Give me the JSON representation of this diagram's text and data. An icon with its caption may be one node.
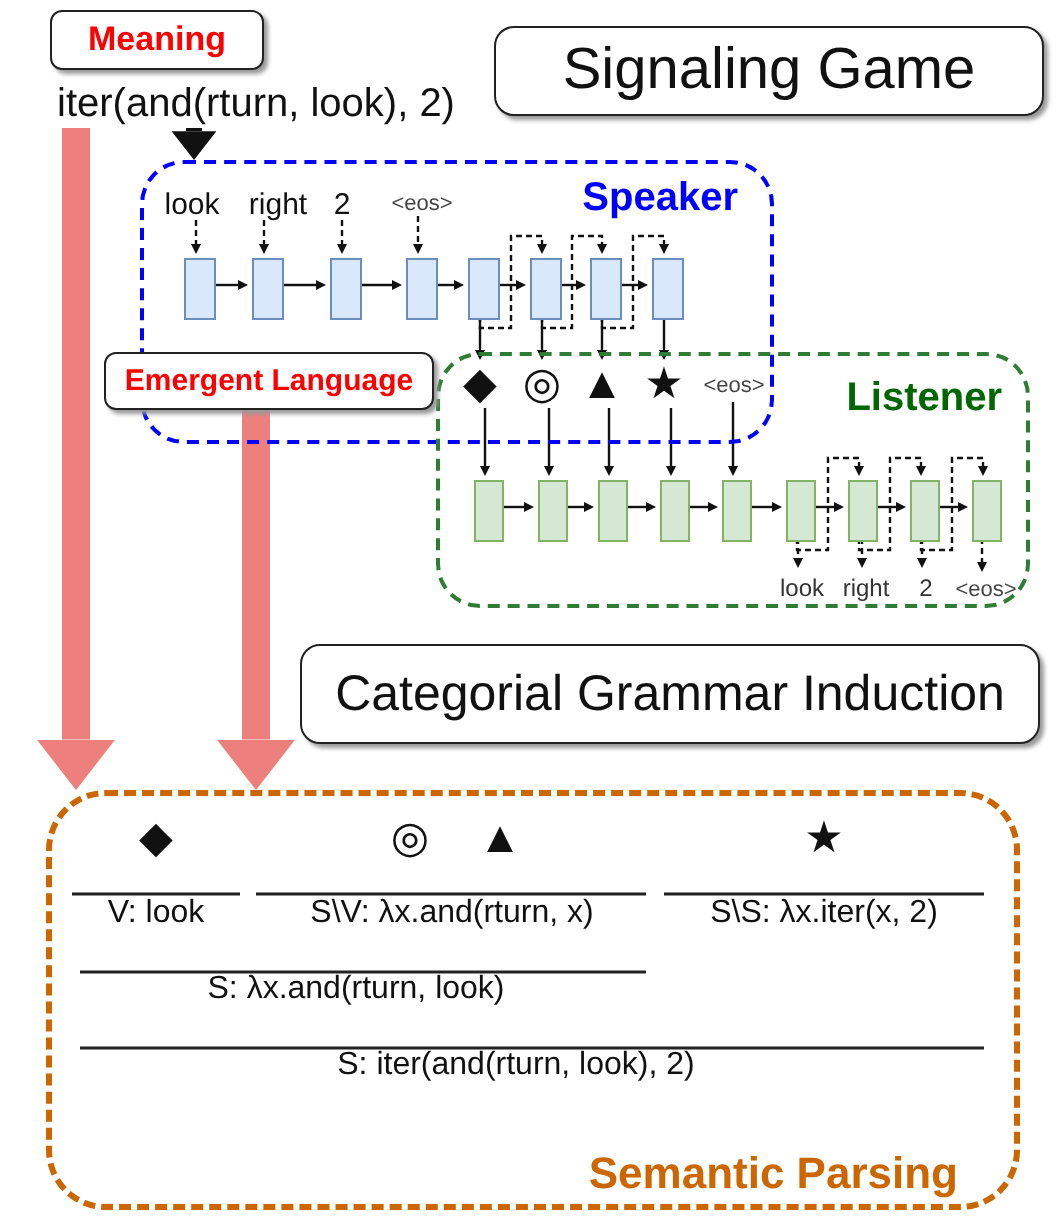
{
  "diagram": {
    "nodes": [
      {
        "text": [
          "Meaning"
        ]
      },
      {
        "text": [
          "iter(and(rturn, look), 2)"
        ]
      },
      {
        "text": [
          "Signaling Game"
        ]
      },
      {
        "text": [
          "Speaker"
        ]
      },
      {
        "text": [
          "look"
        ],
        "in": 3
      },
      {
        "text": [
          "right"
        ],
        "in": 3
      },
      {
        "text": [
          "2"
        ],
        "in": 3
      },
      {
        "text": [
          "<eos>"
        ],
        "in": 3
      },
      {
        "text": [],
        "shape": "box",
        "in": 3
      },
      {
        "text": [],
        "shape": "box",
        "in": 3
      },
      {
        "text": [],
        "shape": "box",
        "in": 3
      },
      {
        "text": [],
        "shape": "box",
        "in": 3
      },
      {
        "text": [],
        "shape": "box",
        "in": 3
      },
      {
        "text": [],
        "shape": "box",
        "in": 3
      },
      {
        "text": [],
        "shape": "box",
        "in": 3
      },
      {
        "text": [],
        "shape": "box",
        "in": 3
      },
      {
        "text": [
          "◆"
        ]
      },
      {
        "text": [
          "◎"
        ]
      },
      {
        "text": [
          "▲"
        ]
      },
      {
        "text": [
          "★"
        ]
      },
      {
        "text": [
          "<eos>"
        ]
      },
      {
        "text": [
          "Listener"
        ]
      },
      {
        "text": [],
        "shape": "box",
        "in": 21
      },
      {
        "text": [],
        "shape": "box",
        "in": 21
      },
      {
        "text": [],
        "shape": "box",
        "in": 21
      },
      {
        "text": [],
        "shape": "box",
        "in": 21
      },
      {
        "text": [],
        "shape": "box",
        "in": 21
      },
      {
        "text": [],
        "shape": "box",
        "in": 21
      },
      {
        "text": [],
        "shape": "box",
        "in": 21
      },
      {
        "text": [],
        "shape": "box",
        "in": 21
      },
      {
        "text": [],
        "shape": "box",
        "in": 21
      },
      {
        "text": [
          "look"
        ],
        "in": 21
      },
      {
        "text": [
          "right"
        ],
        "in": 21
      },
      {
        "text": [
          "2"
        ],
        "in": 21
      },
      {
        "text": [
          "<eos>"
        ],
        "in": 21
      },
      {
        "text": [
          "Emergent Language"
        ]
      },
      {
        "text": [
          "Categorial Grammar Induction"
        ]
      },
      {
        "text": [
          "Semantic Parsing"
        ]
      }
    ],
    "edges": [
      {
        "from": 1,
        "to": 3,
        "arrow": "to",
        "style": "thick"
      },
      {
        "from": 4,
        "to": 8,
        "arrow": "to",
        "style": "dashed"
      },
      {
        "from": 5,
        "to": 9,
        "arrow": "to",
        "style": "dashed"
      },
      {
        "from": 6,
        "to": 10,
        "arrow": "to",
        "style": "dashed"
      },
      {
        "from": 7,
        "to": 11,
        "arrow": "to",
        "style": "dashed"
      },
      {
        "from": 8,
        "to": 9,
        "arrow": "to"
      },
      {
        "from": 9,
        "to": 10,
        "arrow": "to"
      },
      {
        "from": 10,
        "to": 11,
        "arrow": "to"
      },
      {
        "from": 11,
        "to": 12,
        "arrow": "to"
      },
      {
        "from": 12,
        "to": 13,
        "arrow": "to"
      },
      {
        "from": 13,
        "to": 14,
        "arrow": "to"
      },
      {
        "from": 14,
        "to": 15,
        "arrow": "to"
      },
      {
        "from": 12,
        "to": 16,
        "arrow": "to"
      },
      {
        "from": 13,
        "to": 17,
        "arrow": "to"
      },
      {
        "from": 14,
        "to": 18,
        "arrow": "to"
      },
      {
        "from": 15,
        "to": 19,
        "arrow": "to"
      },
      {
        "from": 12,
        "to": 13,
        "arrow": "to",
        "style": "dashed"
      },
      {
        "from": 13,
        "to": 14,
        "arrow": "to",
        "style": "dashed"
      },
      {
        "from": 14,
        "to": 15,
        "arrow": "to",
        "style": "dashed"
      },
      {
        "from": 16,
        "to": 22,
        "arrow": "to"
      },
      {
        "from": 17,
        "to": 23,
        "arrow": "to"
      },
      {
        "from": 18,
        "to": 24,
        "arrow": "to"
      },
      {
        "from": 19,
        "to": 25,
        "arrow": "to"
      },
      {
        "from": 20,
        "to": 26,
        "arrow": "to"
      },
      {
        "from": 22,
        "to": 23,
        "arrow": "to"
      },
      {
        "from": 23,
        "to": 24,
        "arrow": "to"
      },
      {
        "from": 24,
        "to": 25,
        "arrow": "to"
      },
      {
        "from": 25,
        "to": 26,
        "arrow": "to"
      },
      {
        "from": 26,
        "to": 27,
        "arrow": "to"
      },
      {
        "from": 27,
        "to": 28,
        "arrow": "to"
      },
      {
        "from": 28,
        "to": 29,
        "arrow": "to"
      },
      {
        "from": 29,
        "to": 30,
        "arrow": "to"
      },
      {
        "from": 27,
        "to": 31,
        "arrow": "to",
        "style": "dashed"
      },
      {
        "from": 28,
        "to": 32,
        "arrow": "to",
        "style": "dashed"
      },
      {
        "from": 29,
        "to": 33,
        "arrow": "to",
        "style": "dashed"
      },
      {
        "from": 30,
        "to": 34,
        "arrow": "to",
        "style": "dashed"
      },
      {
        "from": 27,
        "to": 28,
        "arrow": "to",
        "style": "dashed"
      },
      {
        "from": 28,
        "to": 29,
        "arrow": "to",
        "style": "dashed"
      },
      {
        "from": 29,
        "to": 30,
        "arrow": "to",
        "style": "dashed"
      },
      {
        "from": 1,
        "to": 37,
        "arrow": "to",
        "style": "thick",
        "color": "#ea6b66"
      },
      {
        "from": 35,
        "to": 37,
        "arrow": "to",
        "style": "thick",
        "color": "#ea6b66"
      }
    ],
    "labels": [
      "◆",
      "◎",
      "▲",
      "★",
      "V: look",
      "S\\V: λx.and(rturn, x)",
      "S\\S: λx.iter(x, 2)",
      "S: λx.and(rturn, look)",
      "S: iter(and(rturn, look), 2)"
    ]
  }
}
